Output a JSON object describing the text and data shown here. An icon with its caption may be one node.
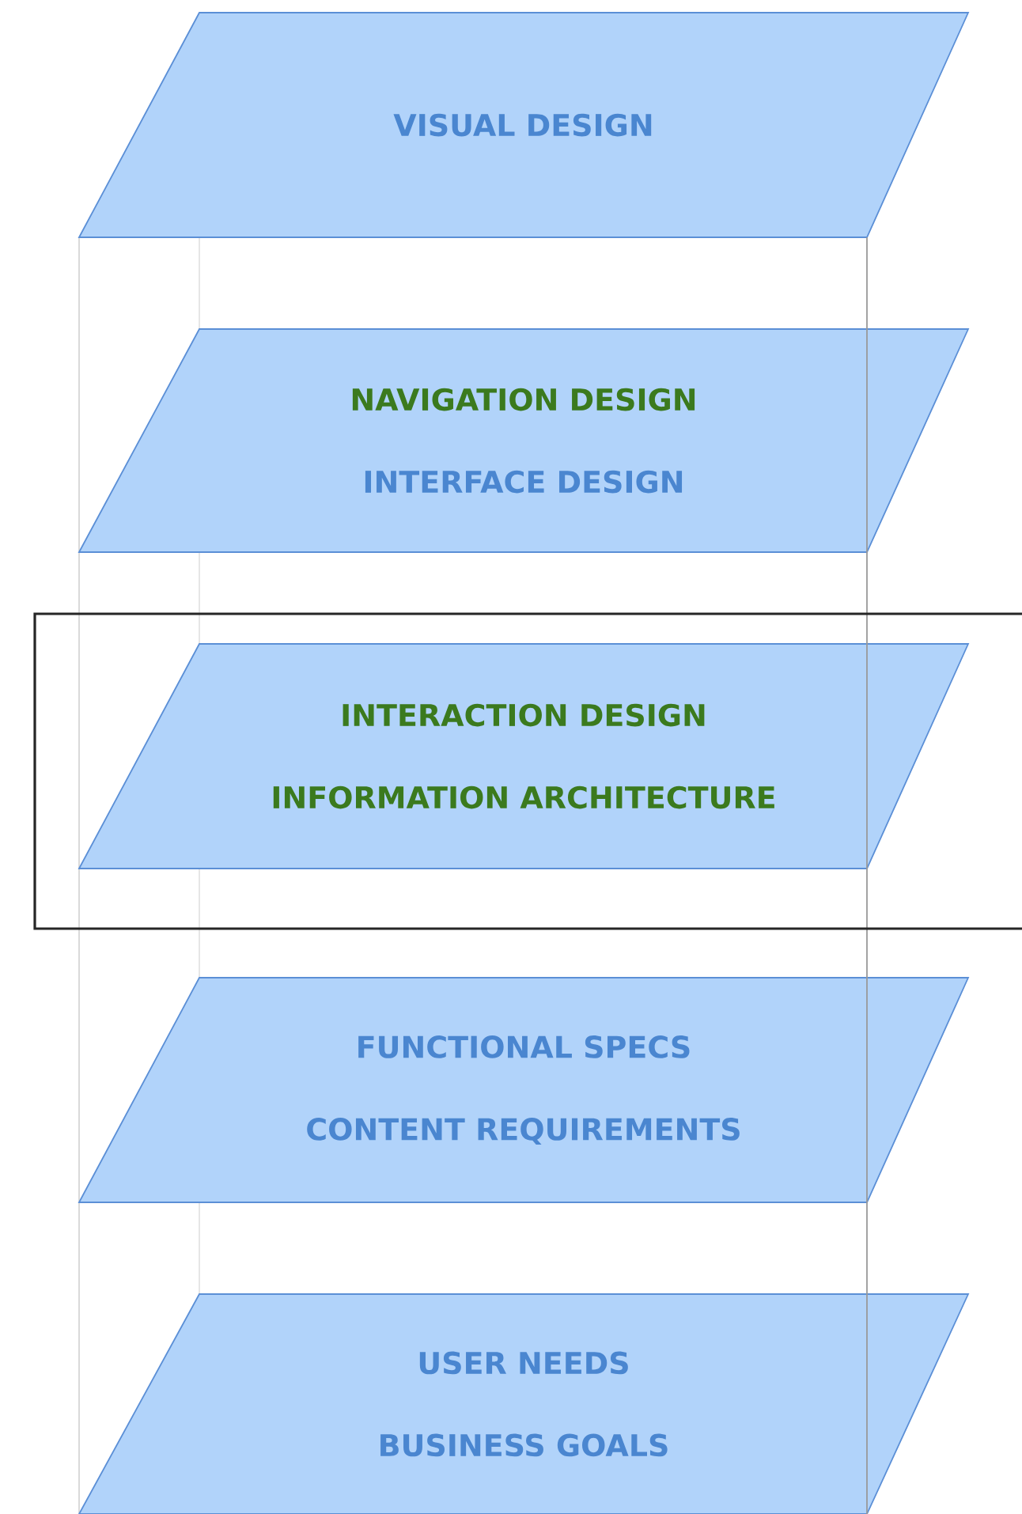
{
  "diagram": {
    "nodes": [
      {
        "text": [
          "VISUAL DESIGN"
        ]
      },
      {
        "text": [
          "NAVIGATION DESIGN",
          "INTERFACE DESIGN"
        ]
      },
      {
        "text": [
          "INTERACTION DESIGN",
          "INFORMATION ARCHITECTURE"
        ]
      },
      {
        "text": [
          "FUNCTIONAL SPECS",
          "CONTENT REQUIREMENTS"
        ]
      },
      {
        "text": [
          "USER NEEDS",
          "BUSINESS GOALS"
        ]
      }
    ]
  }
}
